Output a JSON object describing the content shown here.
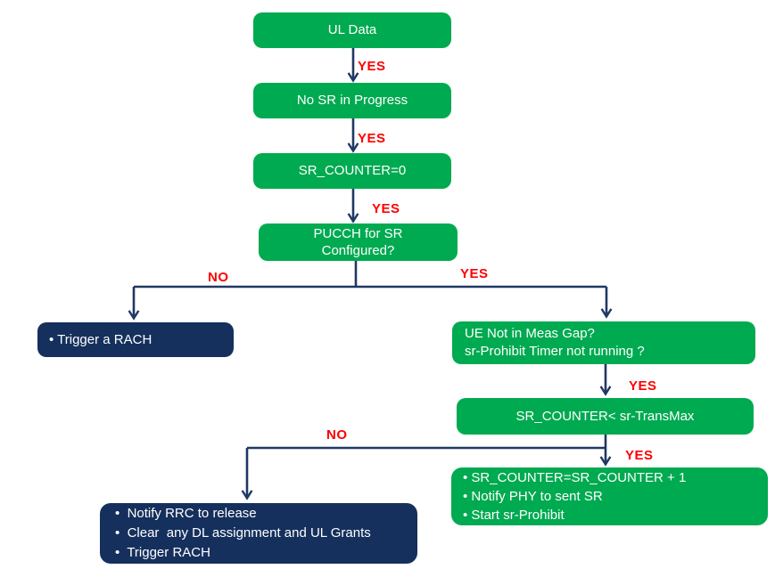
{
  "colors": {
    "node_green": "#00AA50",
    "node_navy": "#16305D",
    "connector": "#1F3864",
    "branch_label": "#FF0000",
    "node_text": "#FFFFFF",
    "background": "#FFFFFF"
  },
  "nodes": [
    {
      "id": "ul-data",
      "lines": [
        "UL Data"
      ]
    },
    {
      "id": "no-sr-in-progress",
      "lines": [
        "No SR in Progress"
      ]
    },
    {
      "id": "sr-counter-reset",
      "lines": [
        "SR_COUNTER=0"
      ]
    },
    {
      "id": "pucch-for-sr-configured",
      "lines": [
        "PUCCH for SR",
        "Configured?"
      ]
    },
    {
      "id": "trigger-a-rach",
      "lines": [
        "• Trigger a RACH"
      ]
    },
    {
      "id": "ue-not-in-meas-gap",
      "lines": [
        "UE Not in Meas Gap?",
        "sr-Prohibit Timer not running ?"
      ]
    },
    {
      "id": "sr-counter-lt-transmax",
      "lines": [
        "SR_COUNTER< sr-TransMax"
      ]
    },
    {
      "id": "sr-increment-actions",
      "lines": [
        "• SR_COUNTER=SR_COUNTER + 1",
        "• Notify PHY to sent SR",
        "• Start sr-Prohibit"
      ]
    },
    {
      "id": "sr-failure-actions",
      "lines": [
        "•  Notify RRC to release",
        "•  Clear  any DL assignment and UL Grants",
        "•  Trigger RACH"
      ]
    }
  ],
  "edge_labels": [
    {
      "id": "ul-data-yes",
      "text": "YES"
    },
    {
      "id": "no-sr-yes",
      "text": "YES"
    },
    {
      "id": "counter-reset-yes",
      "text": "YES"
    },
    {
      "id": "pucch-no",
      "text": "NO"
    },
    {
      "id": "pucch-yes",
      "text": "YES"
    },
    {
      "id": "meas-gap-yes",
      "text": "YES"
    },
    {
      "id": "transmax-no",
      "text": "NO"
    },
    {
      "id": "transmax-yes",
      "text": "YES"
    }
  ]
}
